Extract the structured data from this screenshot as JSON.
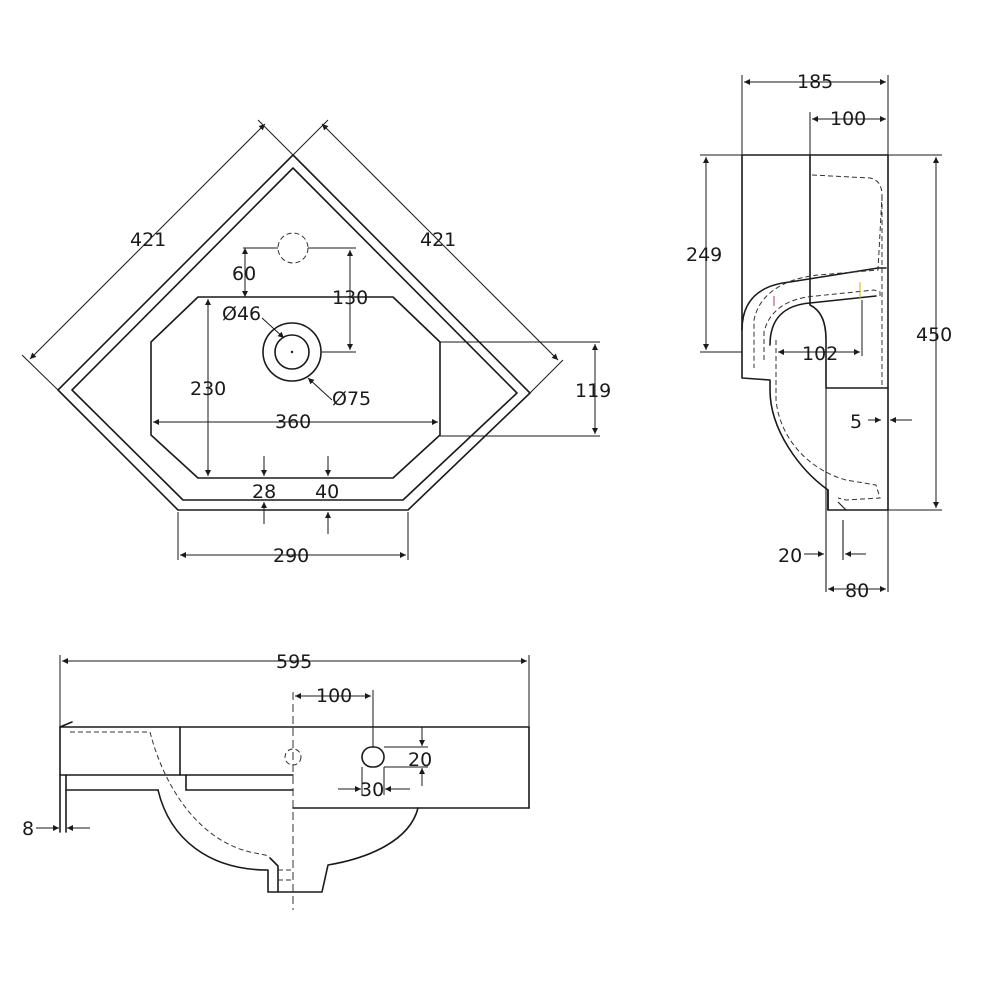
{
  "plan_view": {
    "side_left": "421",
    "side_right": "421",
    "tap_offset": "60",
    "tap_to_waste": "130",
    "waste_inner": "Ø46",
    "waste_outer": "Ø75",
    "bowl_depth": "230",
    "bowl_width": "360",
    "front_depth": "119",
    "front_offset_a": "28",
    "front_offset_b": "40",
    "front_width": "290"
  },
  "side_view": {
    "total_depth": "185",
    "top_depth": "100",
    "overflow_height": "249",
    "total_height": "450",
    "waste_offset": "102",
    "wall_gap": "5",
    "base_offset": "20",
    "base_depth": "80"
  },
  "front_view": {
    "total_width": "595",
    "tap_offset": "100",
    "slot_height": "20",
    "slot_width": "30",
    "rim_thickness": "8"
  }
}
